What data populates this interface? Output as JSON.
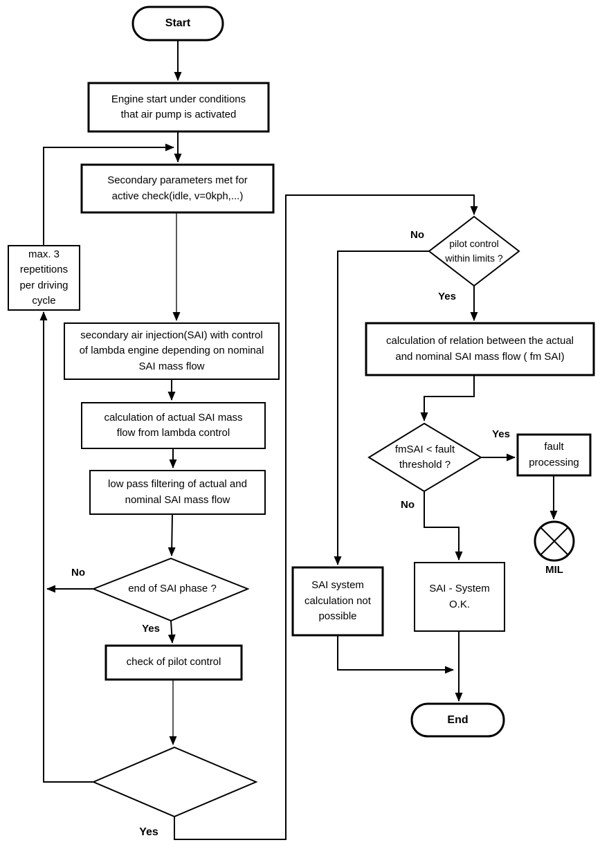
{
  "diagram": {
    "type": "flowchart",
    "colors": {
      "line": "#000000",
      "background": "#ffffff",
      "text": "#000000"
    }
  },
  "nodes": {
    "start": "Start",
    "engine_start": "Engine start under conditions\nthat air pump is activated",
    "secondary_params": "Secondary parameters met for\nactive check(idle, v=0kph,...)",
    "max_repetitions": "max. 3\nrepetitions\nper driving\ncycle",
    "sai_injection": "secondary air injection(SAI) with control\nof lambda engine depending on nominal\nSAI mass flow",
    "calc_actual": "calculation of actual SAI mass\nflow from lambda control",
    "low_pass": "low pass filtering of actual and\nnominal SAI mass flow",
    "end_sai_phase": "end of SAI phase ?",
    "check_pilot": "check of pilot control",
    "pilot_within_limits": "pilot control\nwithin limits ?",
    "calc_relation": "calculation of relation between the actual\nand nominal SAI mass flow ( fm SAI)",
    "fmsai_threshold": "fmSAI < fault\nthreshold ?",
    "fault_processing": "fault\nprocessing",
    "mil": "MIL",
    "sai_calc_not_possible": "SAI system\ncalculation not\npossible",
    "sai_ok": "SAI - System\nO.K.",
    "end": "End"
  },
  "edge_labels": {
    "end_sai_no": "No",
    "end_sai_yes": "Yes",
    "bottom_yes": "Yes",
    "pilot_no": "No",
    "pilot_yes": "Yes",
    "fmsai_yes": "Yes",
    "fmsai_no": "No"
  }
}
